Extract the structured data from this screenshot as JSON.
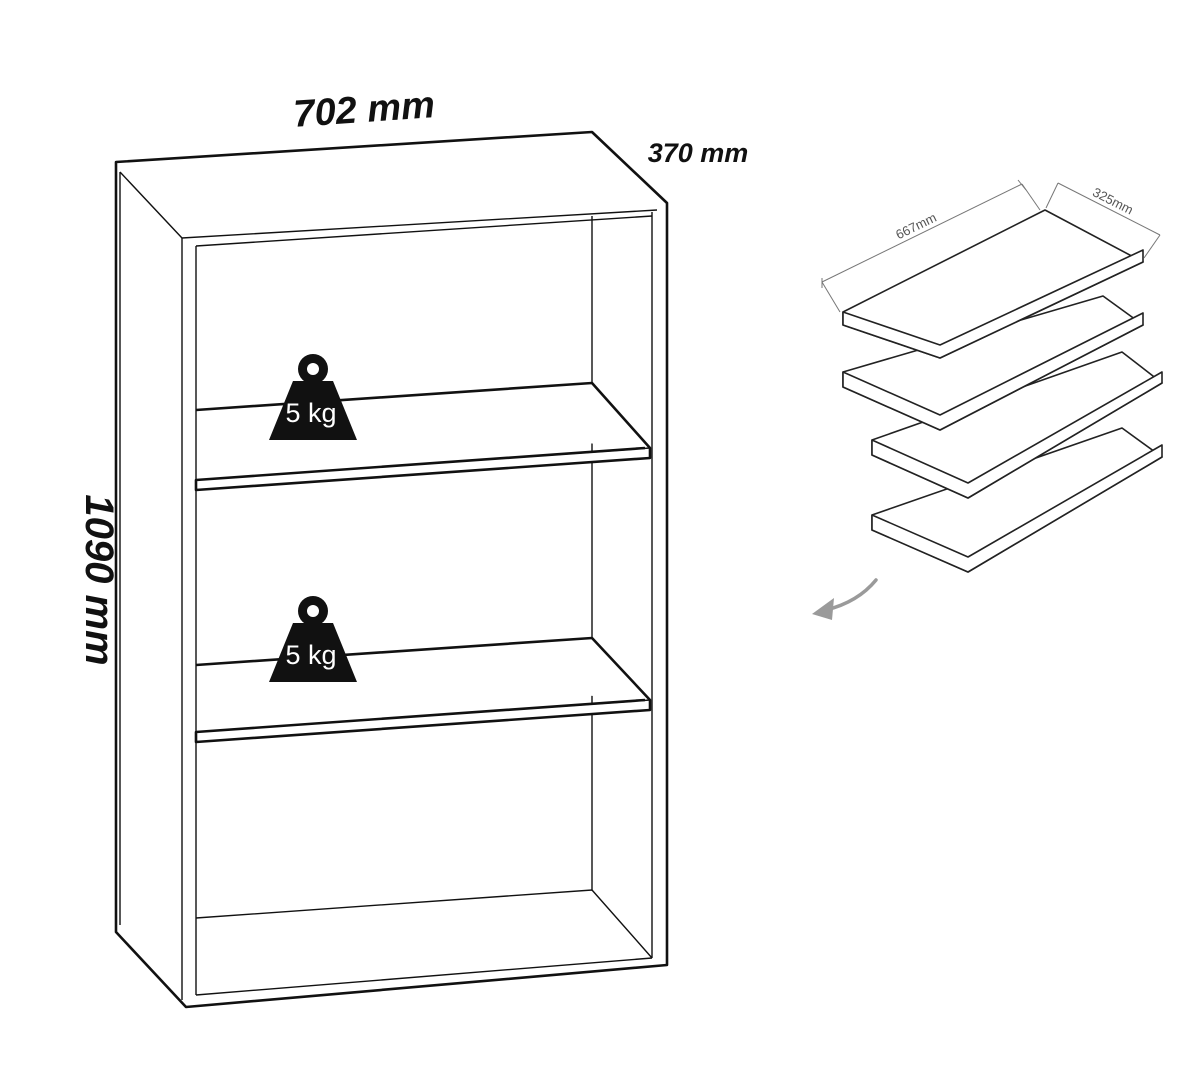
{
  "dimensions": {
    "width": "702 mm",
    "depth": "370 mm",
    "height": "1090 mm"
  },
  "shelf_loads": [
    "5 kg",
    "5 kg"
  ],
  "shelf_panel": {
    "length": "667mm",
    "width": "325mm",
    "count": 4
  },
  "colors": {
    "line": "#111111",
    "weight_icon": "#111111",
    "arrow": "#9a9a9a",
    "dimension_line": "#777777"
  },
  "icons": {
    "weight": "kettlebell-weight-icon",
    "arrow": "curved-arrow-icon"
  }
}
